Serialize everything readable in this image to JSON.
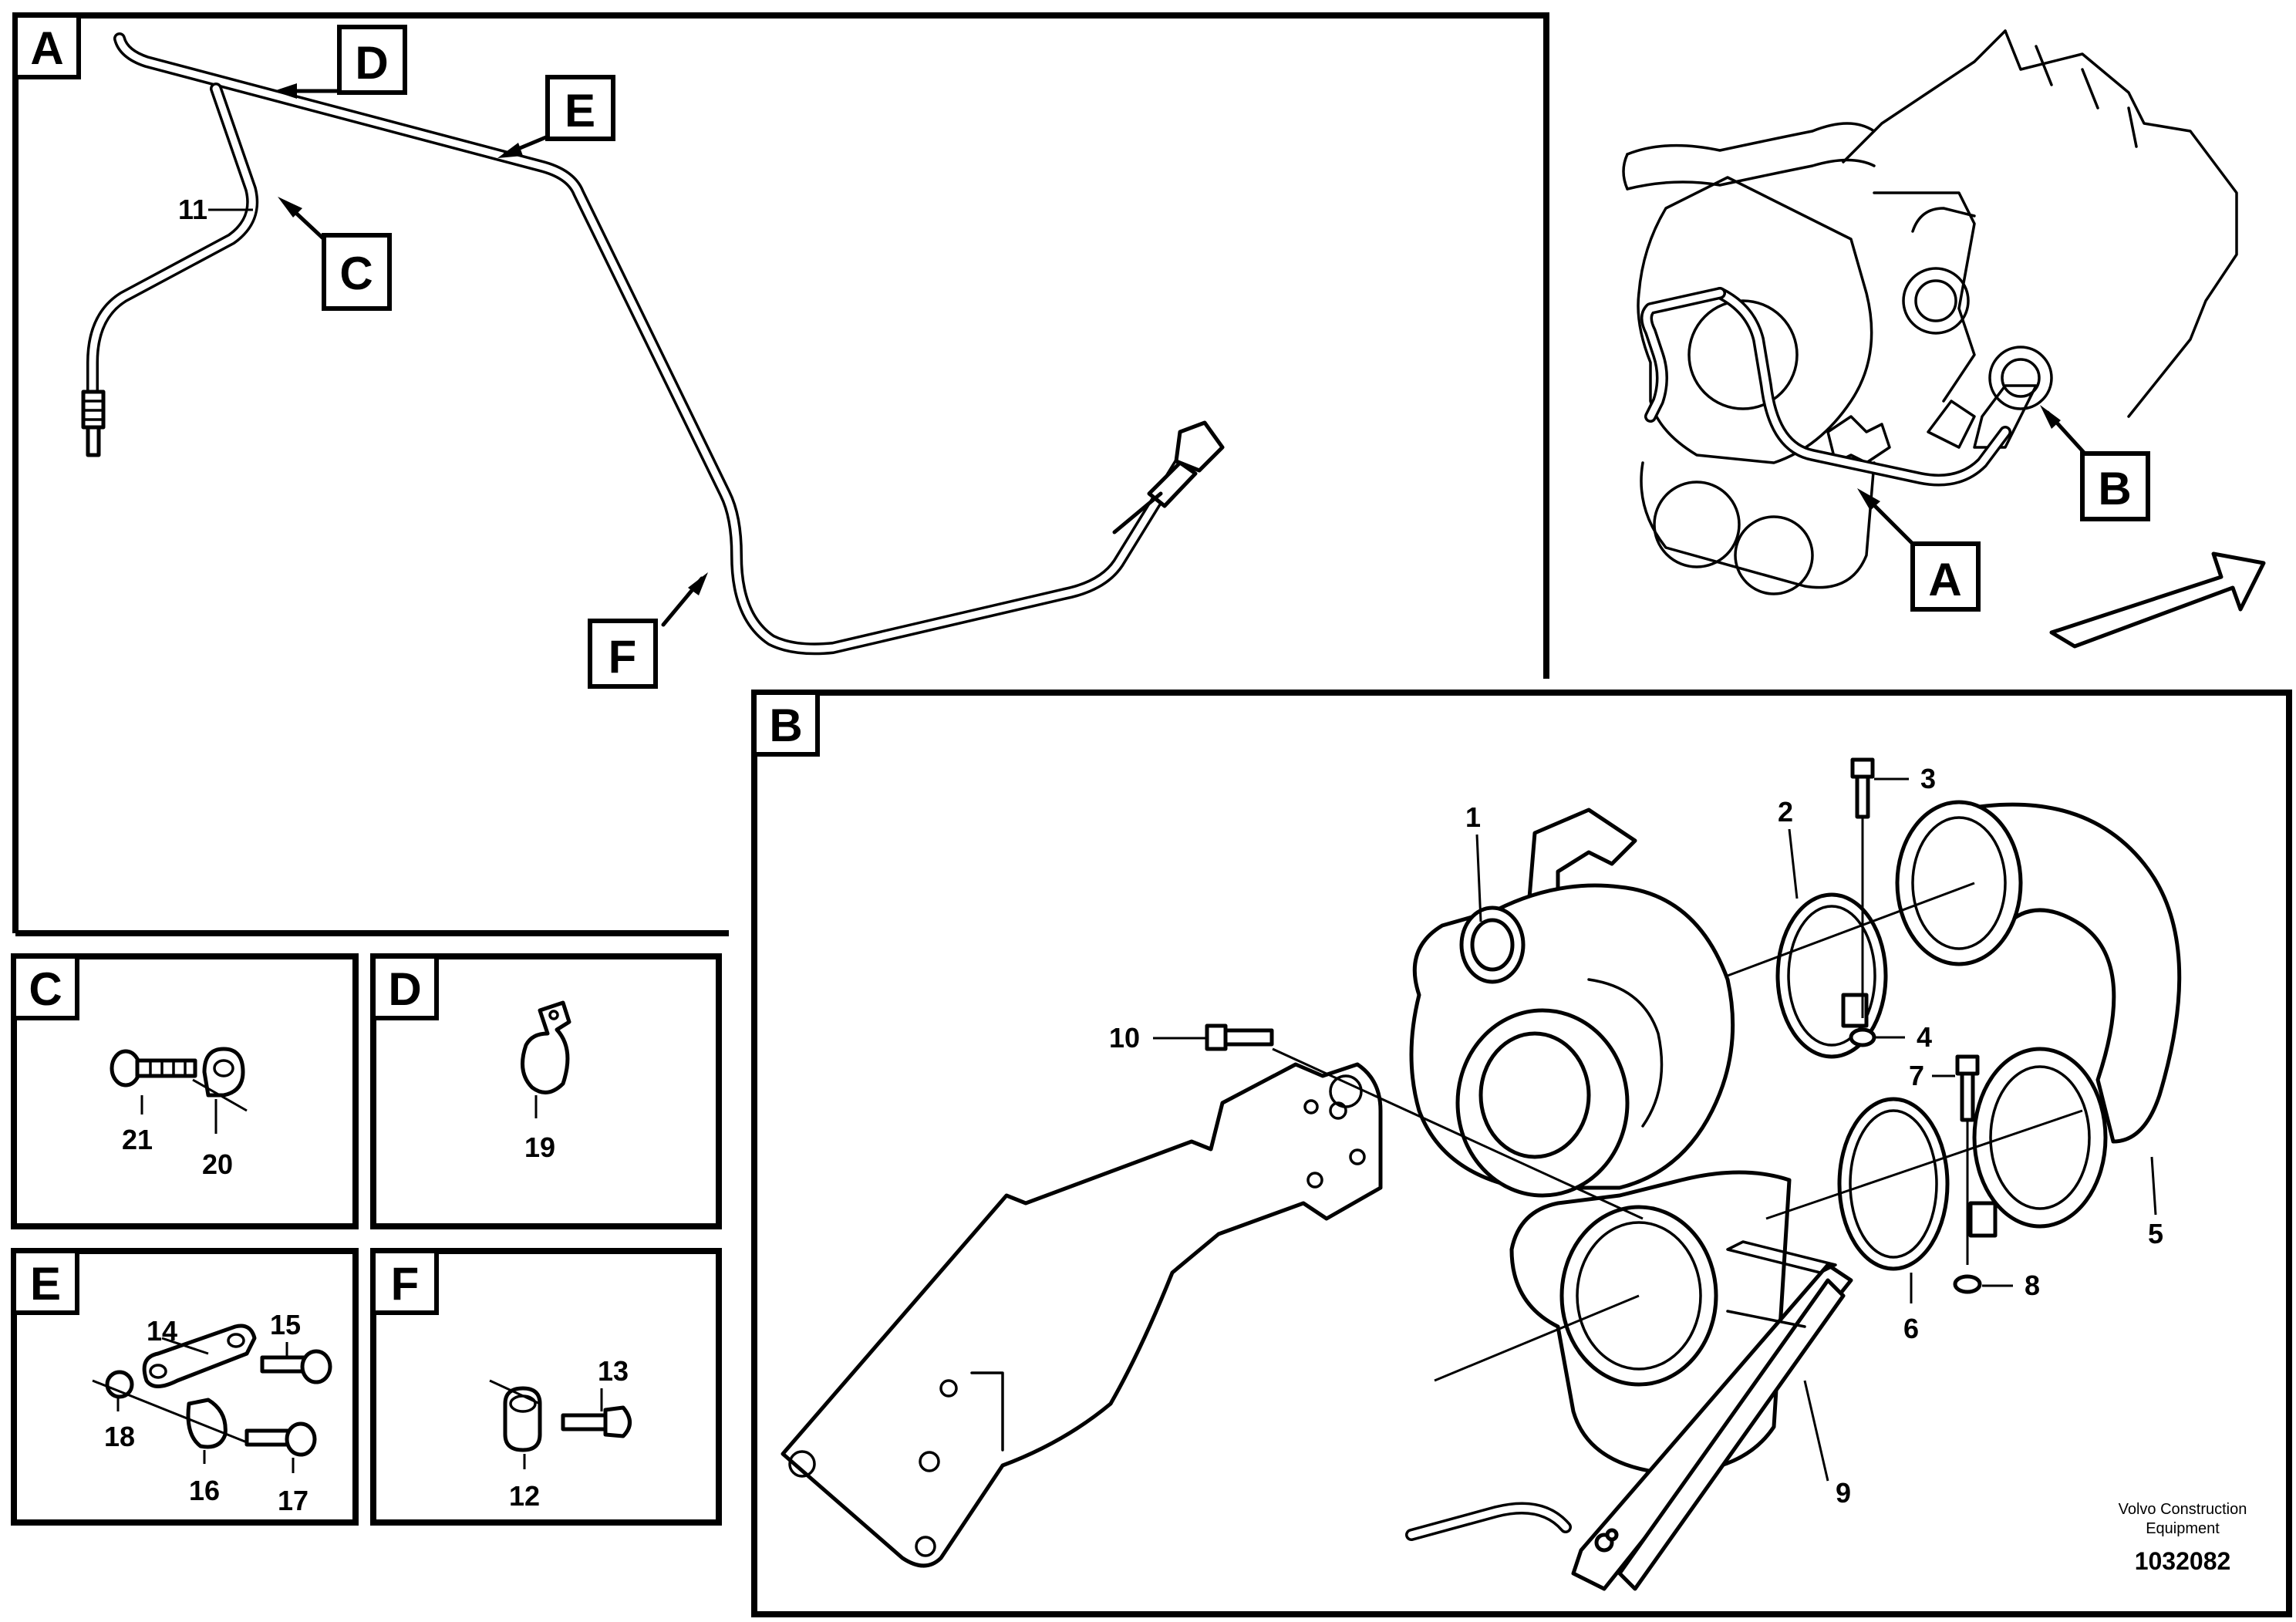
{
  "panels": {
    "A": "A",
    "B": "B",
    "C": "C",
    "D": "D",
    "E": "E",
    "F": "F"
  },
  "callouts": {
    "C": "C",
    "D": "D",
    "E": "E",
    "F": "F",
    "A": "A",
    "B": "B"
  },
  "parts": {
    "p1": "1",
    "p2": "2",
    "p3": "3",
    "p4": "4",
    "p5": "5",
    "p6": "6",
    "p7": "7",
    "p8": "8",
    "p9": "9",
    "p10": "10",
    "p11": "11",
    "p12": "12",
    "p13": "13",
    "p14": "14",
    "p15": "15",
    "p16": "16",
    "p17": "17",
    "p18": "18",
    "p19": "19",
    "p20": "20",
    "p21": "21"
  },
  "footer": {
    "brand_line1": "Volvo Construction",
    "brand_line2": "Equipment",
    "doc_number": "1032082"
  }
}
